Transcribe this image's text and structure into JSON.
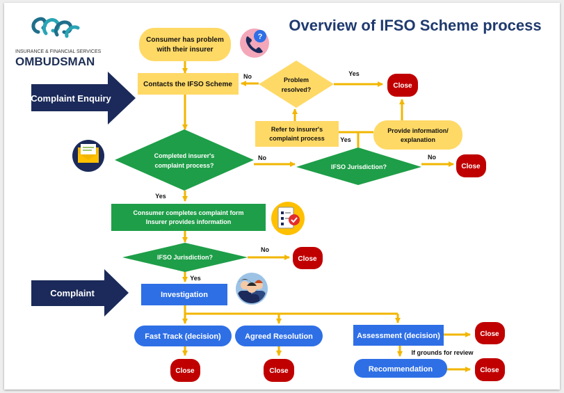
{
  "header": {
    "title": "Overview of IFSO Scheme process",
    "logo_line1": "INSURANCE & FINANCIAL SERVICES",
    "logo_line2": "OMBUDSMAN"
  },
  "arrows": {
    "complaint_enquiry": "Complaint Enquiry",
    "complaint": "Complaint"
  },
  "nodes": {
    "consumer_problem": [
      "Consumer has problem",
      "with their insurer"
    ],
    "contacts_ifso": "Contacts the IFSO Scheme",
    "problem_resolved": [
      "Problem",
      "resolved?"
    ],
    "close_top": "Close",
    "refer_insurer": [
      "Refer to insurer's",
      "complaint process"
    ],
    "provide_info": [
      "Provide information/",
      "explanation"
    ],
    "completed_process": [
      "Completed insurer's",
      "complaint process?"
    ],
    "jurisdiction_1": "IFSO Jurisdiction?",
    "close_j1": "Close",
    "complaint_form": [
      "Consumer completes complaint form",
      "Insurer provides  information"
    ],
    "jurisdiction_2": "IFSO Jurisdiction?",
    "close_j2": "Close",
    "investigation": "Investigation",
    "fast_track": "Fast Track (decision)",
    "agreed_resolution": "Agreed Resolution",
    "assessment": "Assessment  (decision)",
    "close_assessment": "Close",
    "recommendation": "Recommendation",
    "close_fast_track": "Close",
    "close_agreed": "Close",
    "close_recommendation": "Close"
  },
  "edge_labels": {
    "resolved_no": "No",
    "resolved_yes": "Yes",
    "refer_yes": "Yes",
    "completed_no": "No",
    "jurisdiction1_no": "No",
    "completed_yes": "Yes",
    "jurisdiction2_no": "No",
    "jurisdiction2_yes": "Yes",
    "grounds_for_review": "If grounds for review"
  },
  "colors": {
    "yellow": "#FFD966",
    "orange_arrow": "#F2B600",
    "green": "#1E9E48",
    "close_red": "#C00000",
    "navy": "#1B2A5A",
    "blue_box": "#2E6FE6",
    "title_navy": "#1F3A6E"
  },
  "icons": [
    "ifso-logo",
    "phone-help-icon",
    "envelope-icon",
    "checklist-icon",
    "people-icon"
  ]
}
